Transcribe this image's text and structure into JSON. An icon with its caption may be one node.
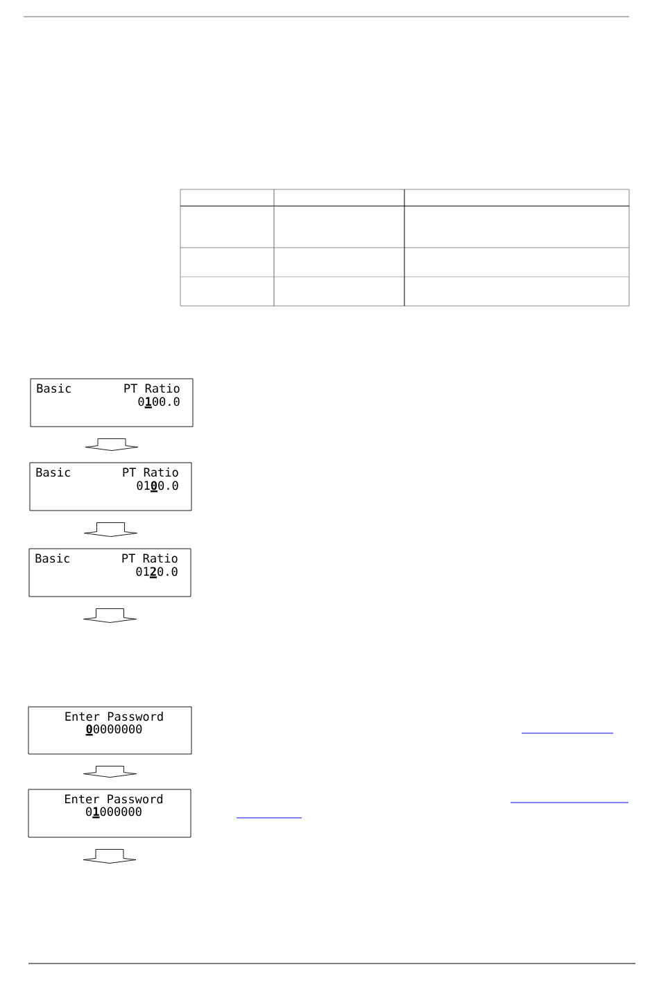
{
  "diagram": {
    "nodes": [
      {
        "text": [
          "Basic",
          "PT Ratio",
          "0**1**00.0"
        ]
      },
      {
        "text": [
          "Basic",
          "PT Ratio",
          "01**0**0.0"
        ]
      },
      {
        "text": [
          "Basic",
          "PT Ratio",
          "01**2**0.0"
        ]
      },
      {
        "text": [
          "Enter Password",
          "**0**0000000"
        ]
      },
      {
        "text": [
          "Enter Password",
          "0**1**000000"
        ]
      }
    ],
    "edges": [
      {
        "from": 0,
        "to": 1,
        "arrow": "to"
      },
      {
        "from": 1,
        "to": 2,
        "arrow": "to"
      },
      {
        "from": 2,
        "to": null,
        "arrow": "to"
      },
      {
        "from": 3,
        "to": 4,
        "arrow": "to"
      },
      {
        "from": 4,
        "to": null,
        "arrow": "to"
      }
    ]
  }
}
